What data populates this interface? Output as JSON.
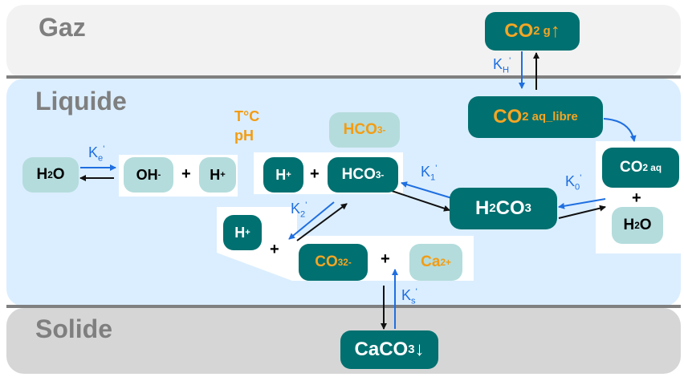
{
  "phases": {
    "gaz": "Gaz",
    "liquide": "Liquide",
    "solide": "Solide"
  },
  "conditions": {
    "temperature": "T°C",
    "ph": "pH"
  },
  "species": {
    "co2_gas": {
      "base": "CO",
      "sub": "2 g",
      "suffix": "↑"
    },
    "co2_aq_libre": {
      "base": "CO",
      "sub": "2 aq_libre"
    },
    "co2_aq": {
      "base": "CO",
      "sub": "2 aq"
    },
    "h2o_right": {
      "base": "H",
      "sub": "2",
      "suffix": "O"
    },
    "h2co3": {
      "base": "H",
      "sub": "2",
      "suffix": "CO",
      "sub2": "3"
    },
    "hco3_top": {
      "base": "HCO",
      "sub": "3",
      "sup": "-"
    },
    "hco3": {
      "base": "HCO",
      "sub": "3",
      "sup": "-"
    },
    "h_plus_1": {
      "base": "H",
      "sup": "+"
    },
    "h_plus_2": {
      "base": "H",
      "sup": "+"
    },
    "h_plus_3": {
      "base": "H",
      "sup": "+"
    },
    "h2o_left": {
      "base": "H",
      "sub": "2",
      "suffix": "O"
    },
    "oh": {
      "base": "OH",
      "sup": "-"
    },
    "co3": {
      "base": "CO",
      "sub": "3",
      "sup": "2-"
    },
    "ca": {
      "base": "Ca",
      "sup": "2+"
    },
    "caco3": {
      "base": "CaCO",
      "sub": "3",
      "suffix": "↓"
    }
  },
  "constants": {
    "kh": {
      "base": "K",
      "sub": "H",
      "sup": "'"
    },
    "ke": {
      "base": "K",
      "sub": "e",
      "sup": "'"
    },
    "k0": {
      "base": "K",
      "sub": "0",
      "sup": "'"
    },
    "k1": {
      "base": "K",
      "sub": "1",
      "sup": "'"
    },
    "k2": {
      "base": "K",
      "sub": "2",
      "sup": "'"
    },
    "ks": {
      "base": "K",
      "sub": "s",
      "sup": "'"
    }
  },
  "plus_sign": "+",
  "colors": {
    "dark_box": "#007070",
    "light_box": "#b4dcdc",
    "accent_orange": "#f39c12",
    "constant_blue": "#1f6fe0"
  }
}
